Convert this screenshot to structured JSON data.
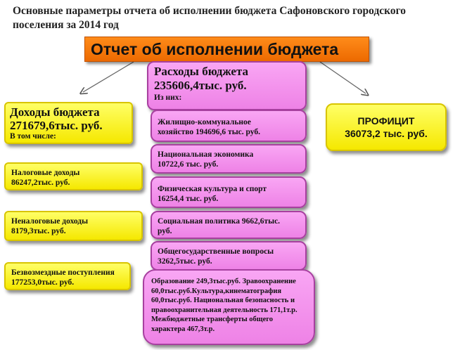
{
  "header": {
    "title_line1": "Основные параметры отчета об исполнении бюджета  Сафоновского городского",
    "title_line2": "поселения за 2014 год"
  },
  "banner": {
    "label": "Отчет об исполнении бюджета"
  },
  "income": {
    "title": "Доходы бюджета",
    "amount": "271679,6тыс. руб.",
    "subtitle": "В том числе:",
    "items": [
      {
        "line1": "Налоговые доходы",
        "line2": "86247,2тыс. руб."
      },
      {
        "line1": "Неналоговые доходы",
        "line2": "8179,3тыс. руб."
      },
      {
        "line1": "Безвозмездные поступления",
        "line2": "177253,0тыс. руб."
      }
    ]
  },
  "expenses": {
    "title": "Расходы бюджета",
    "amount": "235606,4тыс. руб.",
    "subtitle": "Из них:",
    "items": [
      {
        "line1": "Жилищно-коммунальное",
        "line2": "хозяйство 194696,6 тыс. руб."
      },
      {
        "line1": "Национальная  экономика",
        "line2": "10722,6 тыс. руб."
      },
      {
        "line1": "Физическая культура и спорт",
        "line2": "16254,4 тыс. руб."
      },
      {
        "line1": "Социальная политика 9662,6тыс.",
        "line2": "руб."
      },
      {
        "line1": "Общегосударственные вопросы",
        "line2": "3262,5тыс. руб."
      }
    ],
    "other": [
      "Образование 249,3тыс.руб. Зравоохранение",
      "60,0тыс.руб.Культура,кинематография",
      "60,0тыс.руб. Национальная безопасность и",
      "правоохранительная деятельность 171,1т.р.",
      "Межбюджетные трансферты общего",
      "характера 467,3т.р."
    ]
  },
  "surplus": {
    "title": "ПРОФИЦИТ",
    "amount": "36073,2 тыс. руб."
  }
}
